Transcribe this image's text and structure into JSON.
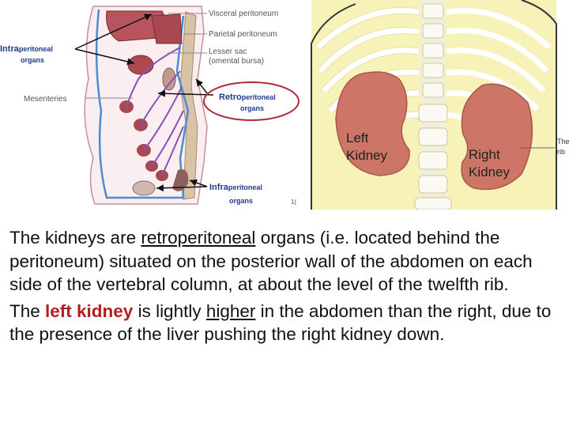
{
  "left_diagram": {
    "labels": {
      "visceral": "Visceral peritoneum",
      "parietal": "Parietal peritoneum",
      "lesser_sac_1": "Lesser sac",
      "lesser_sac_2": "(omental bursa)",
      "intra_big": "Intra",
      "intra_small": "peritoneal",
      "intra_line2": "organs",
      "mesenteries": "Mesenteries",
      "retro_big": "Retro",
      "retro_small": "peritoneal",
      "retro_line2": "organs",
      "infra_big": "Infra",
      "infra_small": "peritoneal",
      "infra_line2": "organs",
      "page_num": "1("
    }
  },
  "right_diagram": {
    "left_kidney_1": "Left",
    "left_kidney_2": "Kidney",
    "right_kidney_1": "Right",
    "right_kidney_2": "Kidney",
    "rib_1": "The",
    "rib_2": "rib"
  },
  "paragraph1": {
    "p1": "The kidneys are ",
    "u1": "retroperitoneal",
    "p2": " organs (i.e. located behind the peritoneum) situated on the posterior wall of the abdomen on each side of the vertebral column, at about the level of the twelfth rib."
  },
  "paragraph2": {
    "p1": "The ",
    "red1": "left kidney",
    "p2": " is lightly ",
    "u1": "higher",
    "p3": " in the abdomen than the right, due to the presence of the liver pushing the right kidney down."
  }
}
